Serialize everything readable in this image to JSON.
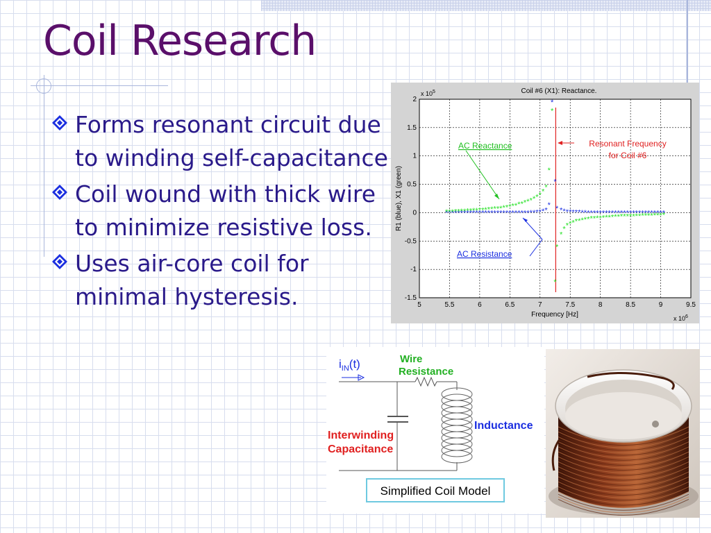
{
  "slide": {
    "title": "Coil Research",
    "bullets": [
      "Forms resonant circuit due to winding self-capacitance",
      "Coil wound with thick wire to minimize resistive loss.",
      "Uses air-core coil for minimal hysteresis."
    ]
  },
  "chart_data": {
    "type": "scatter",
    "title": "Coil #6 (X1): Reactance.",
    "xlabel": "Frequency [Hz]",
    "ylabel": "R1 (blue), X1 (green)",
    "x_scale_label": "x 10",
    "x_scale_exp": "6",
    "y_scale_label": "x 10",
    "y_scale_exp": "5",
    "xlim": [
      5,
      9.5
    ],
    "ylim": [
      -1.5,
      2
    ],
    "xticks": [
      "5",
      "5.5",
      "6",
      "6.5",
      "7",
      "7.5",
      "8",
      "8.5",
      "9",
      "9.5"
    ],
    "yticks": [
      "2",
      "1.5",
      "1",
      "0.5",
      "0",
      "-0.5",
      "-1",
      "-1.5"
    ],
    "grid": true,
    "resonance_x": 7.26,
    "annotations": {
      "ac_reactance": "AC Reactance",
      "ac_resistance": "AC Resistance",
      "resonant_line1": "Resonant Frequency",
      "resonant_line2": "for Coil #6"
    },
    "series": [
      {
        "name": "R1 (blue)",
        "color": "#1a2ee0",
        "x": [
          5.45,
          5.5,
          5.55,
          5.6,
          5.65,
          5.7,
          5.75,
          5.8,
          5.85,
          5.9,
          5.95,
          6.0,
          6.05,
          6.1,
          6.15,
          6.2,
          6.25,
          6.3,
          6.35,
          6.4,
          6.45,
          6.5,
          6.55,
          6.6,
          6.65,
          6.7,
          6.75,
          6.8,
          6.85,
          6.9,
          6.95,
          7.0,
          7.05,
          7.1,
          7.15,
          7.2,
          7.25,
          7.28,
          7.35,
          7.4,
          7.45,
          7.5,
          7.55,
          7.6,
          7.65,
          7.7,
          7.75,
          7.8,
          7.85,
          7.9,
          7.95,
          8.0,
          8.05,
          8.1,
          8.15,
          8.2,
          8.25,
          8.3,
          8.35,
          8.4,
          8.45,
          8.5,
          8.55,
          8.6,
          8.65,
          8.7,
          8.75,
          8.8,
          8.85,
          8.9,
          8.95,
          9.0,
          9.05
        ],
        "y": [
          0.0,
          0.0,
          0.0,
          0.0,
          0.0,
          0.0,
          0.0,
          0.0,
          0.0,
          0.0,
          0.0,
          0.0,
          0.0,
          0.0,
          0.0,
          0.0,
          0.0,
          0.0,
          0.0,
          0.0,
          0.0,
          0.0,
          0.0,
          0.0,
          0.0,
          0.0,
          0.0,
          0.0,
          0.005,
          0.005,
          0.01,
          0.02,
          0.03,
          0.05,
          0.14,
          1.95,
          0.55,
          0.08,
          0.05,
          0.03,
          0.02,
          0.015,
          0.01,
          0.01,
          0.01,
          0.005,
          0.005,
          0.0,
          0.0,
          0.0,
          0.0,
          0.0,
          0.0,
          0.0,
          0.0,
          0.0,
          0.0,
          0.0,
          0.0,
          0.0,
          0.0,
          0.0,
          0.0,
          0.0,
          0.0,
          0.0,
          0.0,
          0.0,
          0.0,
          0.0,
          0.0,
          0.0,
          0.0
        ]
      },
      {
        "name": "X1 (green)",
        "color": "#22e022",
        "x": [
          5.45,
          5.5,
          5.55,
          5.6,
          5.65,
          5.7,
          5.75,
          5.8,
          5.85,
          5.9,
          5.95,
          6.0,
          6.05,
          6.1,
          6.15,
          6.2,
          6.25,
          6.3,
          6.35,
          6.4,
          6.45,
          6.5,
          6.55,
          6.6,
          6.65,
          6.7,
          6.75,
          6.8,
          6.85,
          6.9,
          6.95,
          7.0,
          7.05,
          7.1,
          7.15,
          7.2,
          7.25,
          7.28,
          7.35,
          7.4,
          7.45,
          7.5,
          7.55,
          7.6,
          7.65,
          7.7,
          7.75,
          7.8,
          7.85,
          7.9,
          7.95,
          8.0,
          8.05,
          8.1,
          8.15,
          8.2,
          8.25,
          8.3,
          8.35,
          8.4,
          8.45,
          8.5,
          8.55,
          8.6,
          8.65,
          8.7,
          8.75,
          8.8,
          8.85,
          8.9,
          8.95,
          9.0,
          9.05
        ],
        "y": [
          0.02,
          0.02,
          0.02,
          0.025,
          0.025,
          0.03,
          0.03,
          0.035,
          0.035,
          0.04,
          0.045,
          0.05,
          0.05,
          0.055,
          0.06,
          0.065,
          0.07,
          0.075,
          0.08,
          0.09,
          0.1,
          0.11,
          0.12,
          0.13,
          0.15,
          0.16,
          0.18,
          0.2,
          0.22,
          0.25,
          0.28,
          0.32,
          0.38,
          0.45,
          0.75,
          1.8,
          -1.22,
          -0.6,
          -0.38,
          -0.28,
          -0.22,
          -0.19,
          -0.17,
          -0.15,
          -0.14,
          -0.13,
          -0.12,
          -0.11,
          -0.1,
          -0.1,
          -0.09,
          -0.09,
          -0.085,
          -0.08,
          -0.08,
          -0.075,
          -0.07,
          -0.07,
          -0.065,
          -0.065,
          -0.06,
          -0.06,
          -0.06,
          -0.055,
          -0.055,
          -0.05,
          -0.05,
          -0.05,
          -0.05,
          -0.045,
          -0.045,
          -0.045,
          -0.04
        ]
      }
    ]
  },
  "circuit": {
    "current_label_main": "i",
    "current_label_sub": "IN",
    "current_label_tail": "(t)",
    "wire_resistance_1": "Wire",
    "wire_resistance_2": "Resistance",
    "inductance": "Inductance",
    "interwinding_1": "Interwinding",
    "interwinding_2": "Capacitance",
    "model_caption": "Simplified Coil Model"
  },
  "colors": {
    "title": "#5a0f6a",
    "body_text": "#2a1a8a",
    "resonance_line": "#e02020",
    "annotation_green": "#22c022",
    "annotation_blue": "#1a2ee0",
    "annotation_red": "#e02020",
    "circuit_green": "#22b022",
    "circuit_blue": "#1a2ee0",
    "circuit_red": "#e02020"
  }
}
